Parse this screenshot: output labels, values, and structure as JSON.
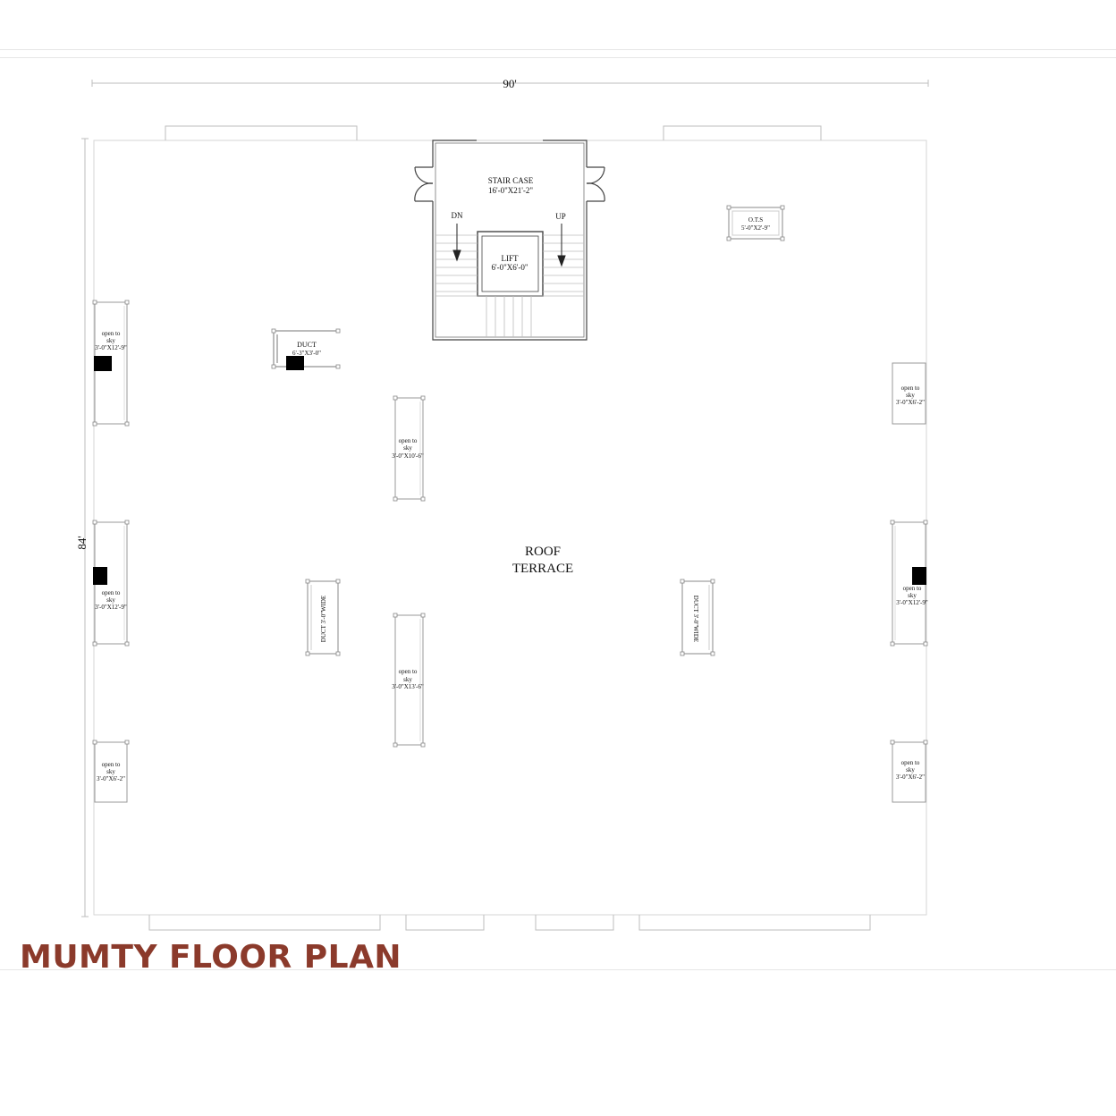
{
  "title": "MUMTY FLOOR PLAN",
  "accent_color": "#8b3a2b",
  "dimensions": {
    "width": "90'",
    "depth": "84'"
  },
  "rooms": {
    "staircase": {
      "name": "STAIR CASE",
      "size": "16'-0\"X21'-2\""
    },
    "lift": {
      "name": "LIFT",
      "size": "6'-0\"X6'-0\""
    },
    "dn": "DN",
    "up": "UP",
    "ots": {
      "name": "O.T.S",
      "size": "5'-0\"X2'-9\""
    },
    "duct_top": {
      "name": "DUCT",
      "size": "6'-3\"X3'-0\""
    },
    "duct_left": "DUCT 3'-0\"WIDE",
    "duct_right": "DUCT 3'-0\"WIDE",
    "roof": {
      "line1": "ROOF",
      "line2": "TERRACE"
    }
  },
  "open_to_sky": {
    "line1": "open to",
    "line2": "sky",
    "left_top": "3'-0\"X12'-9\"",
    "left_mid": "3'-0\"X12'-9\"",
    "left_bottom": "3'-0\"X6'-2\"",
    "center_top": "3'-0\"X10'-6\"",
    "center_bottom": "3'-0\"X13'-6\"",
    "right_top": "3'-0\"X6'-2\"",
    "right_mid": "3'-0\"X12'-9\"",
    "right_bottom": "3'-0\"X6'-2\""
  }
}
